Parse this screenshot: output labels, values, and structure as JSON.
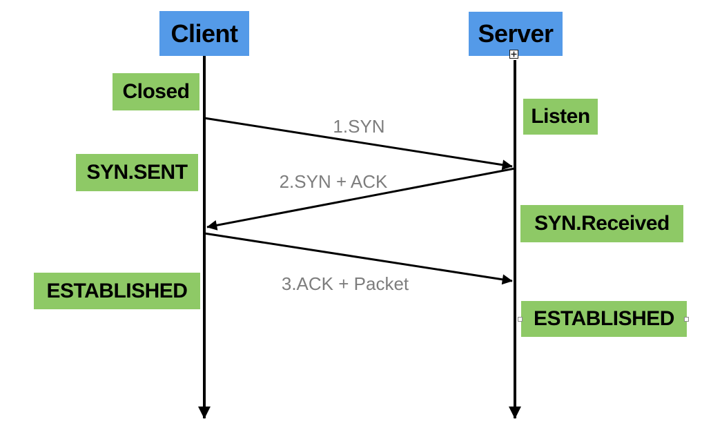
{
  "colors": {
    "background": "#ffffff",
    "actor_fill": "#549ae8",
    "state_fill": "#8ec966",
    "line": "#000000",
    "message_text": "#7d7d7d"
  },
  "actors": {
    "client": {
      "label": "Client"
    },
    "server": {
      "label": "Server"
    }
  },
  "client_states": [
    {
      "label": "Closed"
    },
    {
      "label": "SYN.SENT"
    },
    {
      "label": "ESTABLISHED"
    }
  ],
  "server_states": [
    {
      "label": "Listen"
    },
    {
      "label": "SYN.Received"
    },
    {
      "label": "ESTABLISHED"
    }
  ],
  "messages": [
    {
      "label": "1.SYN",
      "from": "client",
      "to": "server"
    },
    {
      "label": "2.SYN + ACK",
      "from": "server",
      "to": "client"
    },
    {
      "label": "3.ACK + Packet",
      "from": "client",
      "to": "server"
    }
  ]
}
